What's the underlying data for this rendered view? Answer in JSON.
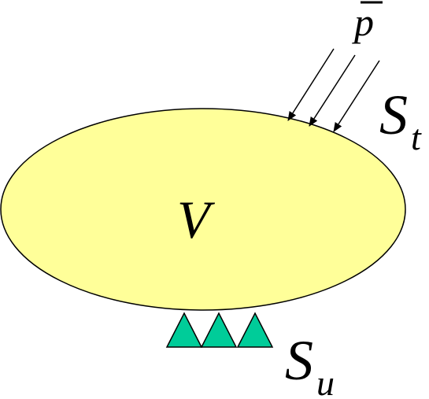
{
  "diagram": {
    "body_label": "V",
    "load_label": "p",
    "traction_boundary": {
      "main": "S",
      "subscript": "t"
    },
    "displacement_boundary": {
      "main": "S",
      "subscript": "u"
    },
    "colors": {
      "body_fill": "#FFFF99",
      "support_fill": "#00CC99",
      "stroke": "#000000",
      "background": "#FFFFFF"
    },
    "support_count": 3,
    "load_arrow_count": 3
  }
}
